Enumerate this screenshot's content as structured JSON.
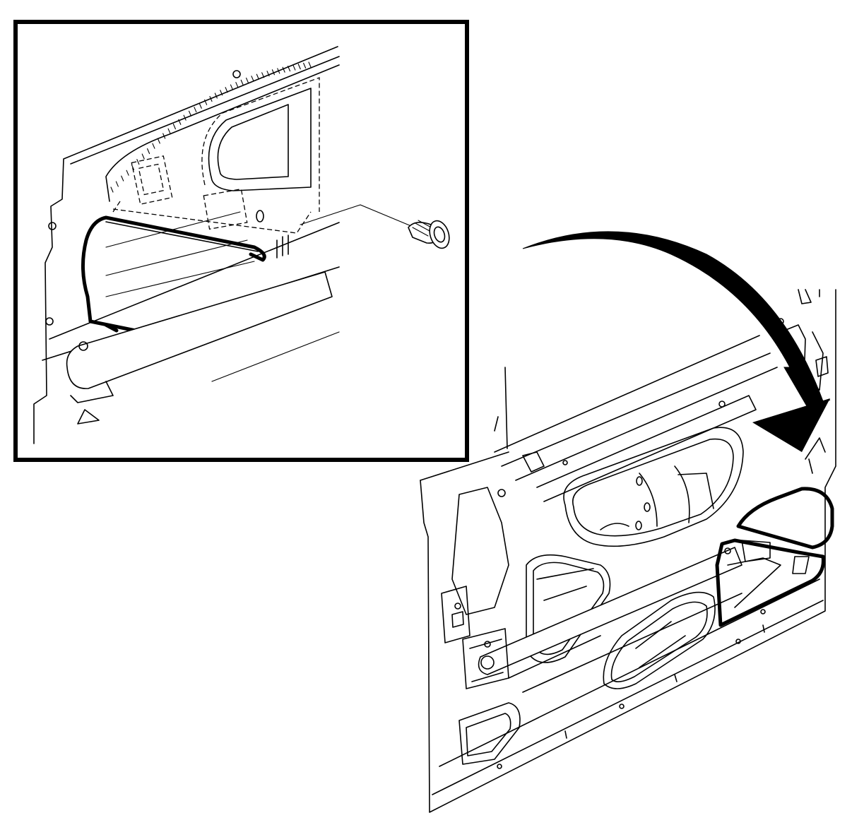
{
  "figure": {
    "inset_detail": "door-trim-panel-retainer-detail",
    "overview": "front-door-inner-panel",
    "arrow": "callout-arrow"
  },
  "colors": {
    "line": "#000000",
    "background": "#ffffff"
  }
}
